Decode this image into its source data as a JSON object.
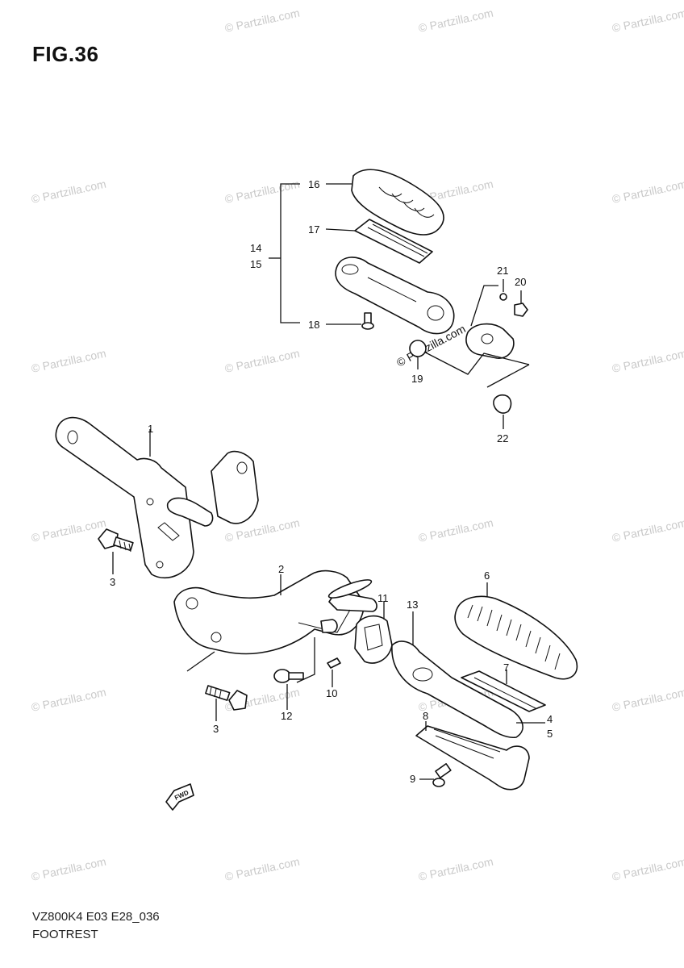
{
  "figure": {
    "title": "FIG.36",
    "footer_code": "VZ800K4 E03 E28_036",
    "footer_title": "FOOTREST"
  },
  "watermark": {
    "text": "© Partzilla.com"
  },
  "callouts": {
    "c1": "1",
    "c2": "2",
    "c3a": "3",
    "c3b": "3",
    "c4": "4",
    "c5": "5",
    "c6": "6",
    "c7": "7",
    "c8": "8",
    "c9": "9",
    "c10": "10",
    "c11": "11",
    "c12": "12",
    "c13": "13",
    "c14": "14",
    "c15": "15",
    "c16": "16",
    "c17": "17",
    "c18": "18",
    "c19": "19",
    "c20": "20",
    "c21": "21",
    "c22": "22"
  },
  "direction_marker": "FWD"
}
